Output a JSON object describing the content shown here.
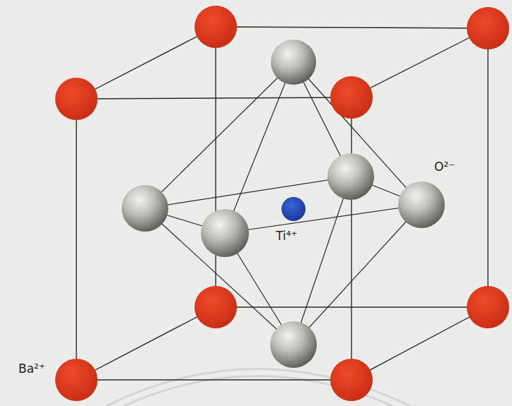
{
  "diagram": {
    "labels": [
      "O²⁻",
      "Ti⁴⁺",
      "Ba²⁺"
    ]
  }
}
